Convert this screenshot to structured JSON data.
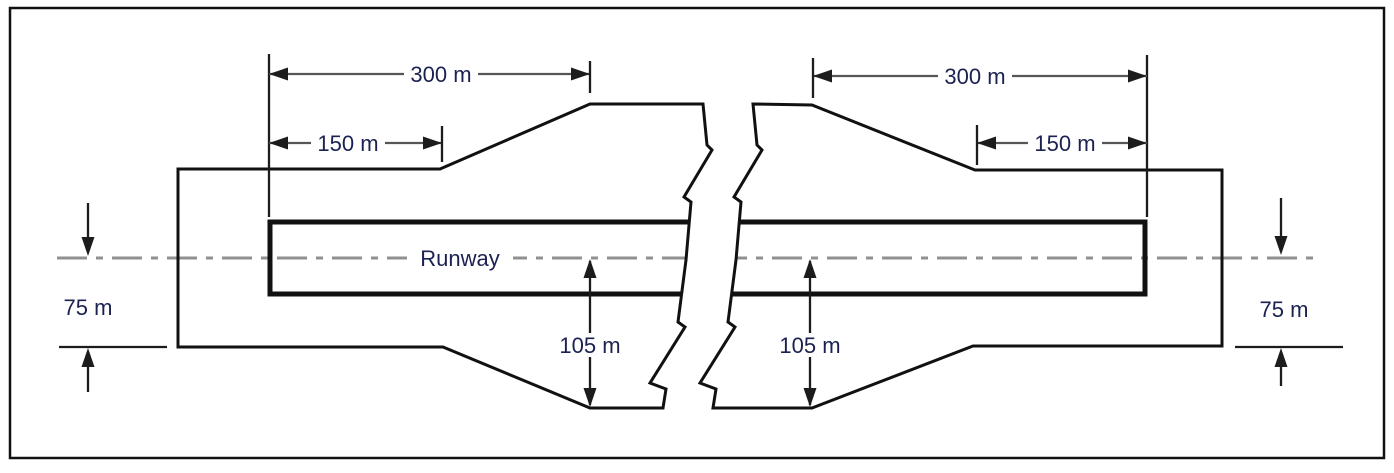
{
  "labels": {
    "runway": "Runway",
    "dim_300_left": "300 m",
    "dim_300_right": "300 m",
    "dim_150_left": "150 m",
    "dim_150_right": "150 m",
    "dim_75_left": "75 m",
    "dim_75_right": "75 m",
    "dim_105_left": "105 m",
    "dim_105_right": "105 m"
  },
  "colors": {
    "background": "#ffffff",
    "outline": "#111111",
    "dimension": "#565656",
    "dimension_dark": "#1c1c1c",
    "centerline": "#909090",
    "text": "#1b2150"
  }
}
